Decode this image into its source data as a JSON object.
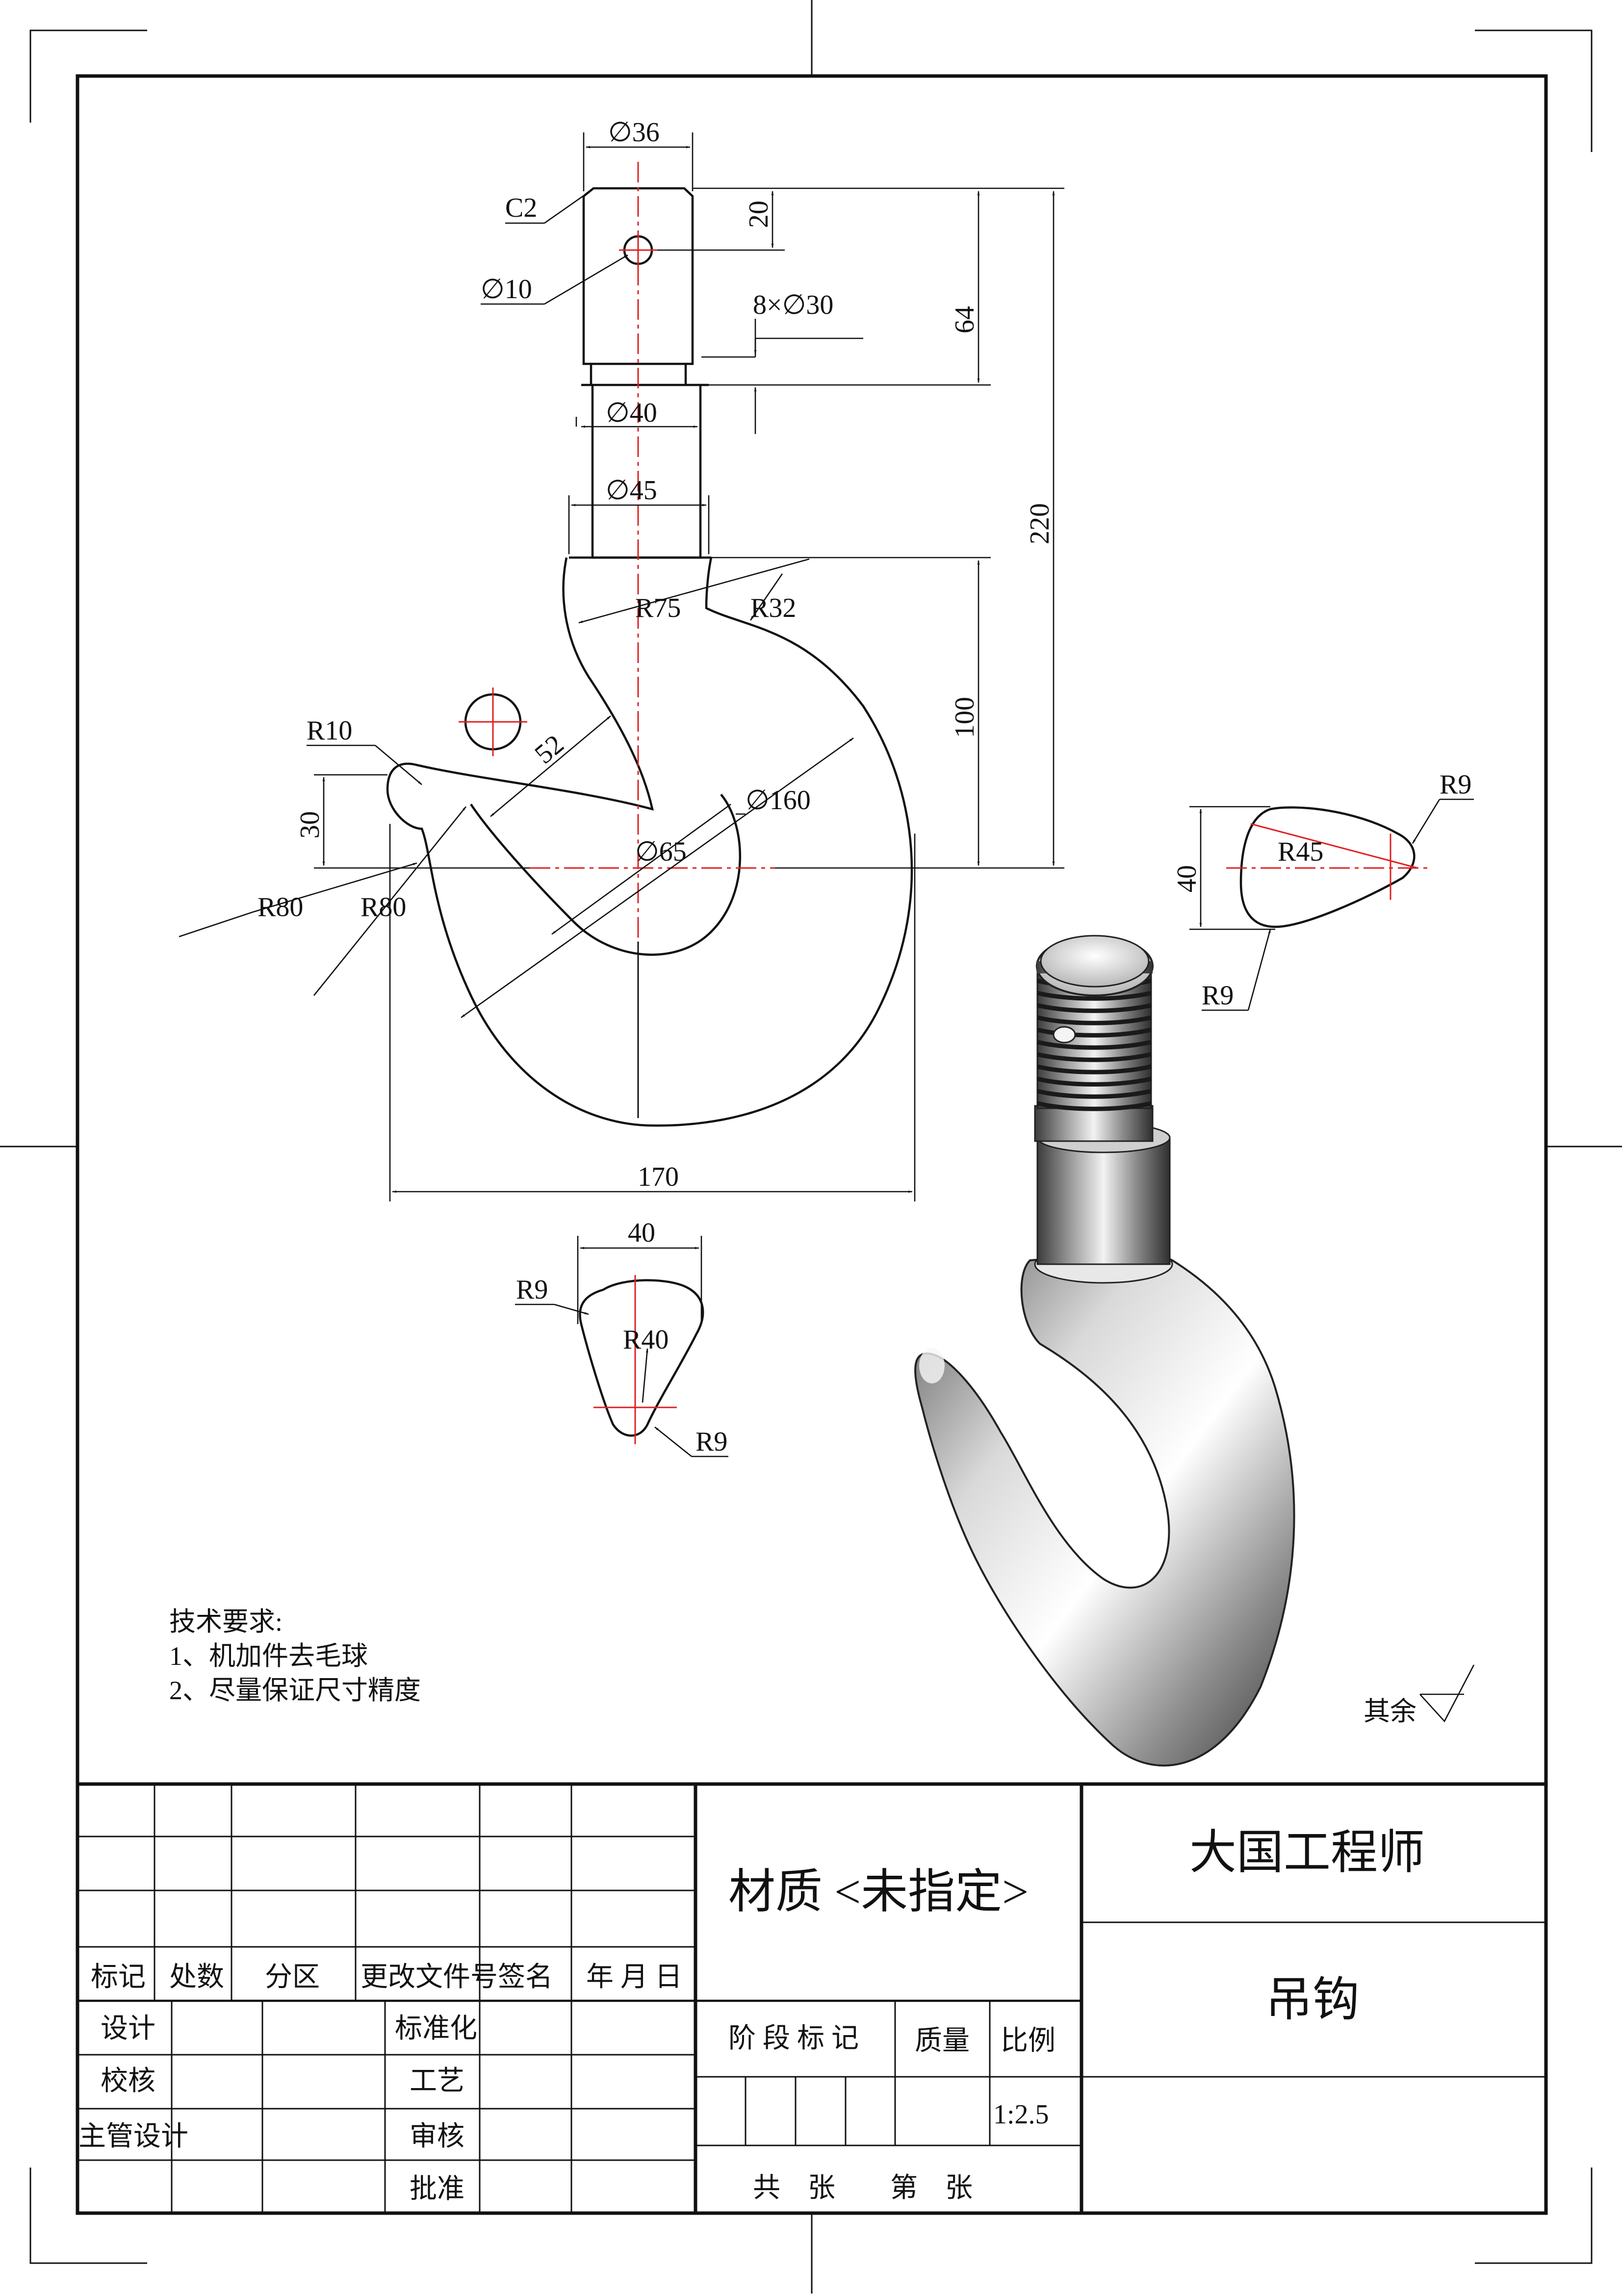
{
  "drawing": {
    "dimensions": {
      "d36": "∅36",
      "c2": "C2",
      "twenty": "20",
      "d10": "∅10",
      "thread": "8×∅30",
      "sixtyfour": "64",
      "d40": "∅40",
      "d45": "∅45",
      "r75": "R75",
      "r32": "R32",
      "two_twenty": "220",
      "fiftytwo": "52",
      "hundred": "100",
      "r10": "R10",
      "d160": "∅160",
      "thirty": "30",
      "d65": "∅65",
      "r80_left": "R80",
      "r80_right": "R80",
      "one_seventy": "170",
      "sec_right_r9_top": "R9",
      "sec_right_r45": "R45",
      "sec_right_forty": "40",
      "sec_right_r9_bottom": "R9",
      "sec_bottom_forty": "40",
      "sec_bottom_r9_left": "R9",
      "sec_bottom_r40": "R40",
      "sec_bottom_r9_right": "R9"
    },
    "tech_requirements": {
      "heading": "技术要求:",
      "item1": "1、机加件去毛球",
      "item2": "2、尽量保证尺寸精度"
    },
    "surface_finish_label": "其余"
  },
  "title_block": {
    "material": "材质 <未指定>",
    "company": "大国工程师",
    "part_name": "吊钩",
    "revision_headers": [
      "标记",
      "处数",
      "分区",
      "更改文件号",
      "签名",
      "年 月 日"
    ],
    "roles_left": [
      "设计",
      "校核",
      "主管设计"
    ],
    "roles_mid": [
      "标准化",
      "工艺",
      "审核",
      "批准"
    ],
    "stage_label": "阶 段 标 记",
    "mass_label": "质量",
    "scale_label": "比例",
    "scale_value": "1:2.5",
    "sheet_count": "共　张　　第　张"
  }
}
